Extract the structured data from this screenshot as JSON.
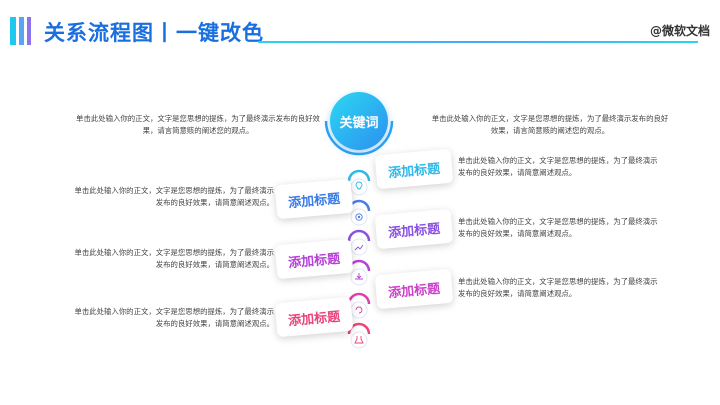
{
  "header": {
    "title": "关系流程图丨一键改色",
    "brand": "@微软文档"
  },
  "keyword": "关键词",
  "top_texts": {
    "left": "单击此处输入你的正文，文字是您思想的提炼，为了最终演示发布的良好效果，请言简意赅的阐述您的观点。",
    "right": "单击此处输入你的正文，文字是您思想的提炼，为了最终演示发布的良好效果，请言简意赅的阐述您的观点。"
  },
  "steps": [
    {
      "title": "添加标题",
      "text": "单击此处输入你的正文，文字是您思想的提炼，为了最终演示发布的良好效果，请简意阐述观点。",
      "color": "#2fb8ea",
      "icon": "lightbulb-icon"
    },
    {
      "title": "添加标题",
      "text": "单击此处输入你的正文，文字是您思想的提炼，为了最终演示发布的良好效果，请简意阐述观点。",
      "color": "#4a7de6",
      "icon": "gear-icon"
    },
    {
      "title": "添加标题",
      "text": "单击此处输入你的正文，文字是您思想的提炼，为了最终演示发布的良好效果，请简意阐述观点。",
      "color": "#8a52e0",
      "icon": "chart-icon"
    },
    {
      "title": "添加标题",
      "text": "单击此处输入你的正文，文字是您思想的提炼，为了最终演示发布的良好效果，请简意阐述观点。",
      "color": "#b640d8",
      "icon": "inbox-icon"
    },
    {
      "title": "添加标题",
      "text": "单击此处输入你的正文，文字是您思想的提炼，为了最终演示发布的良好效果，请简意阐述观点。",
      "color": "#de3fa8",
      "icon": "refresh-icon"
    },
    {
      "title": "添加标题",
      "text": "单击此处输入你的正文，文字是您思想的提炼，为了最终演示发布的良好效果，请简意阐述观点。",
      "color": "#e8467a",
      "icon": "flask-icon"
    }
  ]
}
